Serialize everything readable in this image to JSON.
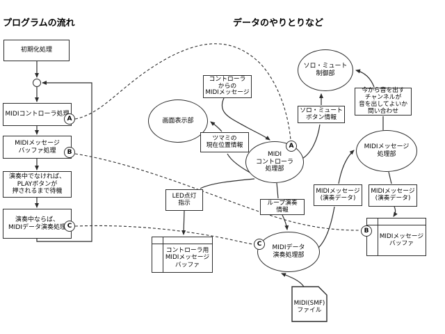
{
  "titles": {
    "left": "プログラムの流れ",
    "right": "データのやりとりなど"
  },
  "flowchart": {
    "steps": [
      {
        "label": "初期化処理"
      },
      {
        "label": "MIDIコントローラ処理"
      },
      {
        "label": "MIDIメッセージ\nバッファ処理"
      },
      {
        "label": "演奏中でなければ、\nPLAYボタンが\n押されるまで待機"
      },
      {
        "label": "演奏中ならば、\nMIDIデータ演奏処理"
      }
    ],
    "connectors": {
      "a": "A",
      "b": "B",
      "c": "C"
    }
  },
  "diagram": {
    "processes": {
      "display": "画面表示部",
      "midi_controller": "MIDI\nコントローラ\n処理部",
      "solo_mute": "ソロ・ミュート\n制御部",
      "midi_message": "MIDIメッセージ\n処理部",
      "midi_data_play": "MIDIデータ\n演奏処理部"
    },
    "data_labels": {
      "controller_msg": "コントローラ\nからの\nMIDIメッセージ",
      "knob_position": "ツマミの\n現在位置情報",
      "solo_mute_button": "ソロ・ミュート\nボタン情報",
      "sound_inquiry": "今から音を出す\nチャンネルが\n音を出してよいか\n問い合わせ",
      "led": "LED点灯\n指示",
      "loop_play": "ループ演奏\n情報",
      "midi_msg_perf_left": "MIDIメッセージ\n(演奏データ)",
      "midi_msg_perf_right": "MIDIメッセージ\n(演奏データ)"
    },
    "stores": {
      "controller_buffer": "コントローラ用\nMIDIメッセージ\nバッファ",
      "midi_msg_buffer": "MIDIメッセージ\nバッファ"
    },
    "file": "MIDI(SMF)\nファイル",
    "connectors": {
      "a": "A",
      "b": "B",
      "c": "C"
    }
  },
  "colors": {
    "line": "#2b2b2b",
    "background": "#ffffff"
  }
}
